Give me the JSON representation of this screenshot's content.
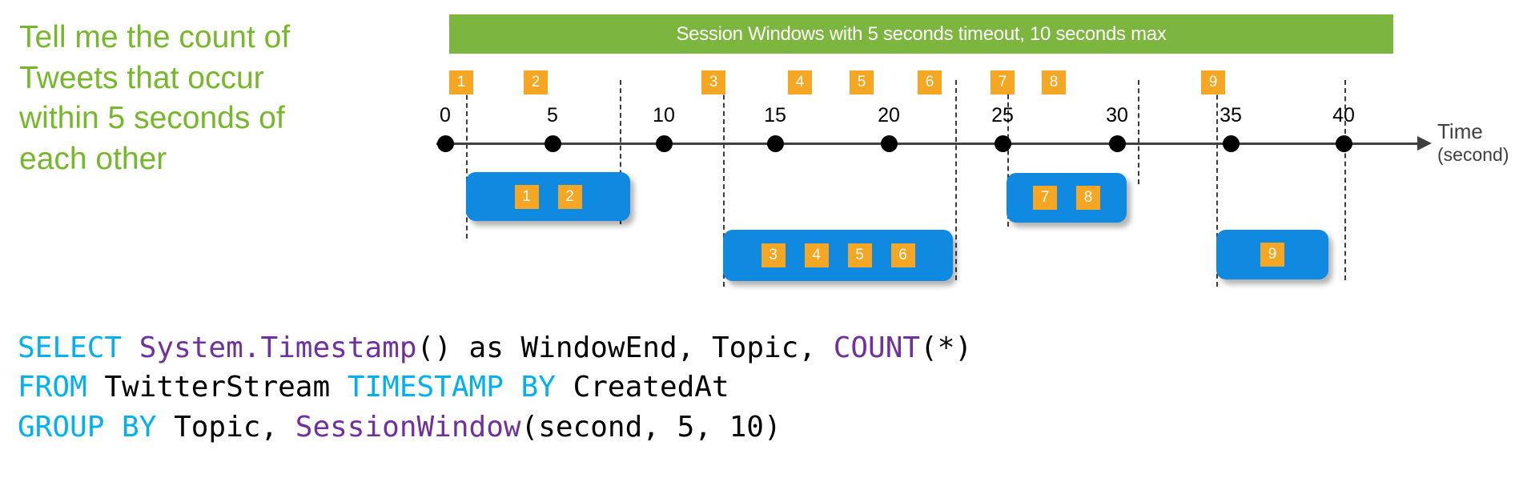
{
  "prompt": {
    "text": "Tell me the count of Tweets that occur within 5 seconds of each other",
    "color": "#76B82A"
  },
  "header_band": {
    "label": "Session Windows with 5 seconds timeout, 10 seconds max",
    "bg_color": "#7DB63E",
    "text_color": "#FFFFFF"
  },
  "timeline": {
    "axis_label": "Time",
    "axis_sub_label": "(second)",
    "tick_labels": [
      "0",
      "5",
      "10",
      "15",
      "20",
      "25",
      "30",
      "35",
      "40"
    ],
    "tick_values": [
      0,
      5,
      10,
      15,
      20,
      25,
      30,
      35,
      40
    ],
    "dot_color": "#000000",
    "axis_color": "#404040"
  },
  "events": {
    "marker_color": "#F5A623",
    "marker_text_color": "#FFFFFF",
    "labels": [
      "1",
      "2",
      "3",
      "4",
      "5",
      "6",
      "7",
      "8",
      "9"
    ],
    "approx_times": [
      1.5,
      4.5,
      10.5,
      13.5,
      16,
      18,
      22,
      24,
      33
    ]
  },
  "windows": {
    "box_color": "#1089E0",
    "items": [
      {
        "name": "session-window-1",
        "events": [
          "1",
          "2"
        ]
      },
      {
        "name": "session-window-2",
        "events": [
          "3",
          "4",
          "5",
          "6"
        ]
      },
      {
        "name": "session-window-3",
        "events": [
          "7",
          "8"
        ]
      },
      {
        "name": "session-window-4",
        "events": [
          "9"
        ]
      }
    ]
  },
  "code": {
    "line1": {
      "select": "SELECT",
      "fn": "System.Timestamp",
      "mid": "() as WindowEnd, Topic, ",
      "count": "COUNT",
      "tail": "(*)"
    },
    "line2": {
      "from": "FROM",
      "table": " TwitterStream ",
      "timestamp_by": "TIMESTAMP BY",
      "col": " CreatedAt"
    },
    "line3": {
      "group_by": "GROUP BY",
      "col": " Topic, ",
      "fn": "SessionWindow",
      "args": "(second, 5, 10)"
    },
    "colors": {
      "keyword": "#00B0F0",
      "function": "#7030A0",
      "plain": "#000000"
    }
  }
}
